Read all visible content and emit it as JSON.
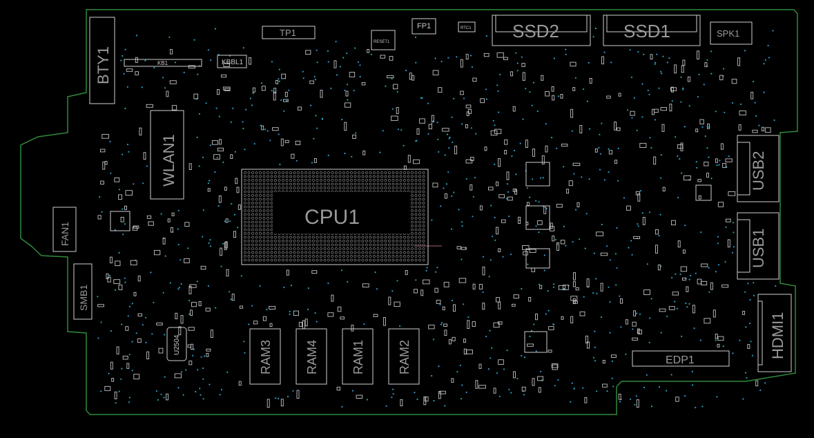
{
  "colors": {
    "background": "#000000",
    "outline": "#2e8b3a",
    "component_stroke": "#cfcfcf",
    "label": "#9a9a9a",
    "via": "#2aa0c8",
    "trace": "#b06070"
  },
  "board": {
    "components": {
      "bty1": "BTY1",
      "kb1": "KB1",
      "kbbl1": "KBBL1",
      "tp1": "TP1",
      "reset1": "RESET1",
      "fp1": "FP1",
      "rtc1": "RTC1",
      "ssd2": "SSD2",
      "ssd1": "SSD1",
      "spk1": "SPK1",
      "wlan1": "WLAN1",
      "cpu1": "CPU1",
      "fan1": "FAN1",
      "smb1": "SMB1",
      "usb2": "USB2",
      "usb1": "USB1",
      "hdmi1": "HDMI1",
      "edp1": "EDP1",
      "u2504": "U2504",
      "ram3": "RAM3",
      "ram4": "RAM4",
      "ram1": "RAM1",
      "ram2": "RAM2"
    }
  }
}
